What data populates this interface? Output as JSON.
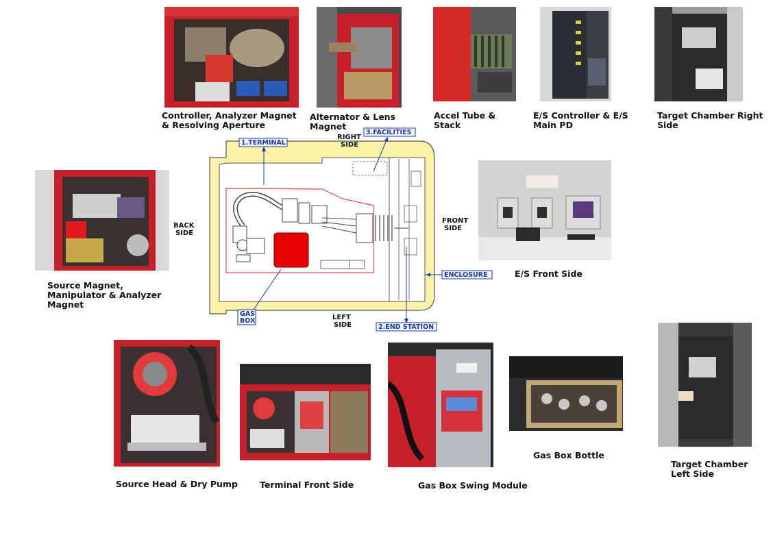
{
  "photos": {
    "controller": "Controller, Analyzer Magnet & Resolving Aperture",
    "alternator": "Alternator & Lens Magnet",
    "accel": "Accel Tube & Stack",
    "es_controller": "E/S Controller & E/S Main PD",
    "target_right": "Target Chamber Right Side",
    "source_magnet": "Source Magnet, Manipulator & Analyzer Magnet",
    "es_front": "E/S Front Side",
    "source_head": "Source Head & Dry Pump",
    "terminal_front": "Terminal Front Side",
    "gas_swing": "Gas Box Swing Module",
    "gas_bottle": "Gas Box Bottle",
    "target_left": "Target Chamber Left Side"
  },
  "diagram": {
    "terminal": "1.TERMINAL",
    "facilities": "3.FACILITIES",
    "right_side_1": "RIGHT",
    "right_side_2": "SIDE",
    "back_side_1": "BACK",
    "back_side_2": "SIDE",
    "front_side_1": "FRONT",
    "front_side_2": "SIDE",
    "enclosure": "ENCLOSURE",
    "gas_box_1": "GAS",
    "gas_box_2": "BOX",
    "left_side_1": "LEFT",
    "left_side_2": "SIDE",
    "end_station": "2.END STATION"
  },
  "colors": {
    "enclosure_yellow": "#fbf3a8",
    "enclosure_stroke": "#555555",
    "terminal_red_line": "#e05050",
    "gas_box_red": "#e80000",
    "label_blue": "#1a3aa8",
    "cabinet_red": "#c8202a"
  }
}
